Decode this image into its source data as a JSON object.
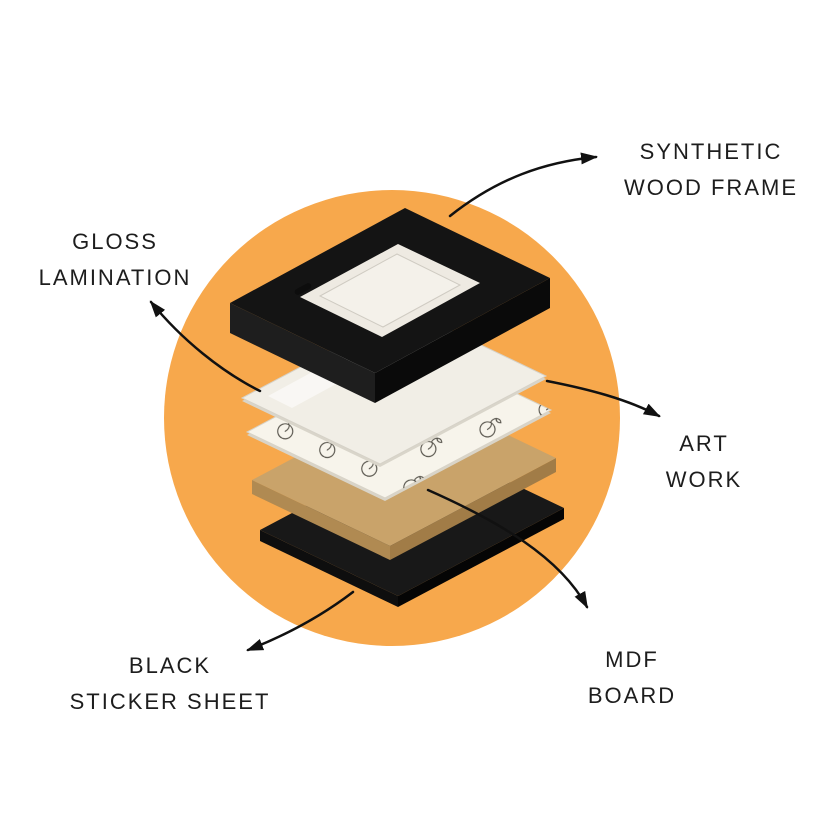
{
  "labels": {
    "frame": {
      "line1": "SYNTHETIC",
      "line2": "WOOD FRAME"
    },
    "lamination": {
      "line1": "GLOSS",
      "line2": "LAMINATION"
    },
    "artwork": {
      "line1": "ART",
      "line2": "WORK"
    },
    "mdf": {
      "line1": "MDF",
      "line2": "BOARD"
    },
    "sticker": {
      "line1": "BLACK",
      "line2": "STICKER SHEET"
    }
  },
  "colors": {
    "circle": "#F7A84C",
    "frame_top": "#141414",
    "frame_side_left": "#1e1e1e",
    "frame_side_right": "#0a0a0a",
    "frame_opening": "#eeeae2",
    "glass": "#f4f1ea",
    "lamination_top": "#f1eee6",
    "artwork_top": "#f7f4eb",
    "pattern_ink": "#55524a",
    "mdf_top": "#C9A36A",
    "mdf_side_left": "#B08A52",
    "mdf_side_right": "#A17C47",
    "sticker_top": "#181818",
    "sticker_side_left": "#0e0e0e",
    "sticker_side_right": "#050505",
    "arrow": "#111111",
    "text": "#1d1d1d"
  }
}
